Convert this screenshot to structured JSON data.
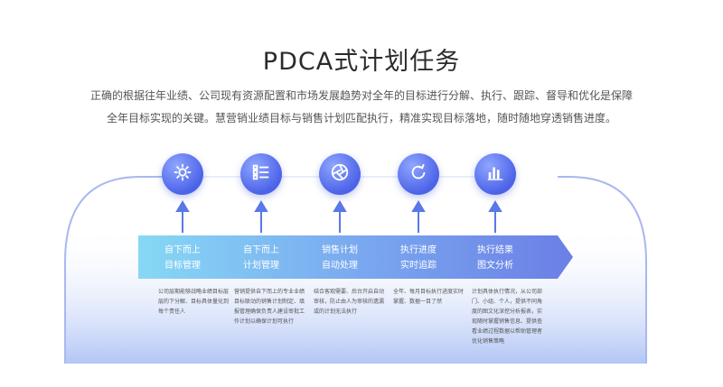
{
  "page": {
    "title": "PDCA式计划任务",
    "subtitle_line1": "正确的根据往年业绩、公司现有资源配置和市场发展趋势对全年的目标进行分解、执行、跟踪、督导和优化是保障",
    "subtitle_line2": "全年目标实现的关键。慧营销业绩目标与销售计划匹配执行，精准实现目标落地，随时随地穿透销售进度。"
  },
  "steps": [
    {
      "icon": "gear-icon",
      "label_line1": "自下而上",
      "label_line2": "目标管理",
      "desc": "公司层期能够战略业绩目标层层的下分解、目标具体量化到每个责任人"
    },
    {
      "icon": "list-icon",
      "label_line1": "自下而上",
      "label_line2": "计划管理",
      "desc": "营销提供自下而上的专业业绩目标联动的销售计划制定、填报管理确保负责人建设审批工作计划以确保计划可执行"
    },
    {
      "icon": "aperture-icon",
      "label_line1": "销售计划",
      "label_line2": "自动处理",
      "desc": "结合客观需要、后台开启自动审核，防止由人为审核的遗漏或的计划无法执行"
    },
    {
      "icon": "refresh-icon",
      "label_line1": "执行进度",
      "label_line2": "实时追踪",
      "desc": "全年、每月目标执行进度实时掌握、数据一目了然"
    },
    {
      "icon": "bar-chart-icon",
      "label_line1": "执行结果",
      "label_line2": "图文分析",
      "desc": "计划具体执行情况，从公司部门、小组、个人，提供不同角度的图文化深挖分析报表，实现随时掌握销售信息、提供查看业绩过程数据以帮助管理者优化销售策略"
    }
  ],
  "colors": {
    "accent": "#4c63e8",
    "band_start": "#7fd0f2",
    "band_end": "#6a7de8",
    "loop_line": "#a9b8f0"
  }
}
